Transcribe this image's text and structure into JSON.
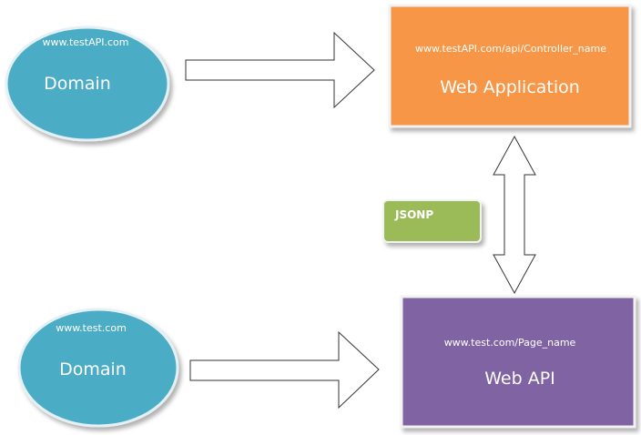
{
  "domain_top": {
    "url": "www.testAPI.com",
    "label": "Domain"
  },
  "web_application": {
    "url": "www.testAPI.com/api/Controller_name",
    "label": "Web Application"
  },
  "domain_bottom": {
    "url": "www.test.com",
    "label": "Domain"
  },
  "web_api": {
    "url": "www.test.com/Page_name",
    "label": "Web API"
  },
  "jsonp_tag": {
    "label": "JSONP"
  },
  "colors": {
    "domain_fill": "#4bacc6",
    "domain_stroke": "#e4f0f4",
    "web_application_fill": "#f79646",
    "web_application_stroke": "#f2f2f2",
    "web_api_fill": "#8064a2",
    "web_api_stroke": "#f2f2f2",
    "jsonp_fill": "#9bbb59",
    "arrow_fill": "#ffffff",
    "arrow_stroke": "#333333"
  }
}
